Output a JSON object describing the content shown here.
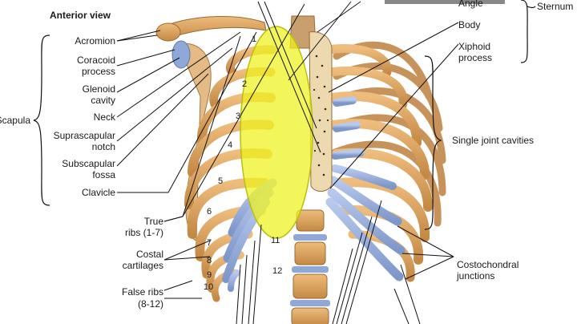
{
  "heading": "Anterior view",
  "colors": {
    "rib": "#d9a462",
    "rib_edge": "#9a6a33",
    "cartilage": "#8fa8d8",
    "highlight": "#eef21a",
    "bone_light": "#ecd9b0"
  },
  "left_labels": {
    "acromion": "Acromion",
    "coracoid_1": "Coracoid",
    "coracoid_2": "process",
    "glenoid_1": "Glenoid",
    "glenoid_2": "cavity",
    "neck": "Neck",
    "suprascapular_1": "Suprascapular",
    "suprascapular_2": "notch",
    "subscapular_1": "Subscapular",
    "subscapular_2": "fossa",
    "clavicle": "Clavicle",
    "scapula": "Scapula",
    "true_ribs_1": "True",
    "true_ribs_2": "ribs (1-7)",
    "costal_1": "Costal",
    "costal_2": "cartilages",
    "false_ribs_1": "False ribs",
    "false_ribs_2": "(8-12)"
  },
  "right_labels": {
    "angle": "Angle",
    "body": "Body",
    "xiphoid_1": "Xiphoid",
    "xiphoid_2": "process",
    "sternum": "Sternum",
    "single_joint": "Single joint cavities",
    "costochondral_1": "Costochondral",
    "costochondral_2": "junctions"
  },
  "rib_numbers": [
    "1",
    "2",
    "3",
    "4",
    "5",
    "6",
    "7",
    "8",
    "9",
    "10",
    "11",
    "12"
  ]
}
